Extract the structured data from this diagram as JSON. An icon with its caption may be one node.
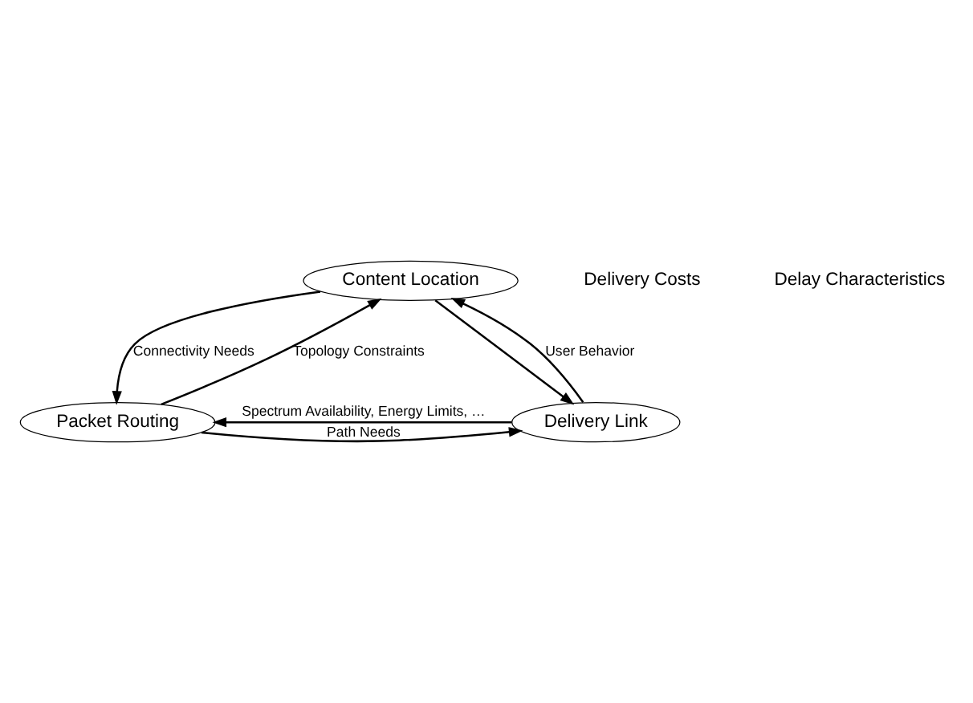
{
  "diagram": {
    "nodes": [
      {
        "text": [
          "Content Location"
        ]
      },
      {
        "text": [
          "Packet Routing"
        ]
      },
      {
        "text": [
          "Delivery Link"
        ]
      }
    ],
    "edges": [
      {
        "from": 1,
        "to": 0,
        "arrow": "to",
        "label": "Topology Constraints"
      },
      {
        "from": 0,
        "to": 1,
        "arrow": "to",
        "label": "Connectivity Needs"
      },
      {
        "from": 0,
        "to": 2,
        "arrow": "to"
      },
      {
        "from": 2,
        "to": 0,
        "arrow": "to",
        "label": "User Behavior"
      },
      {
        "from": 1,
        "to": 2,
        "arrow": "to",
        "label": "Path Needs"
      },
      {
        "from": 2,
        "to": 1,
        "arrow": "to",
        "label": "Spectrum Availability, Energy Limits, …"
      }
    ],
    "labels": [
      "Delivery Costs",
      "Delay Characteristics"
    ]
  }
}
